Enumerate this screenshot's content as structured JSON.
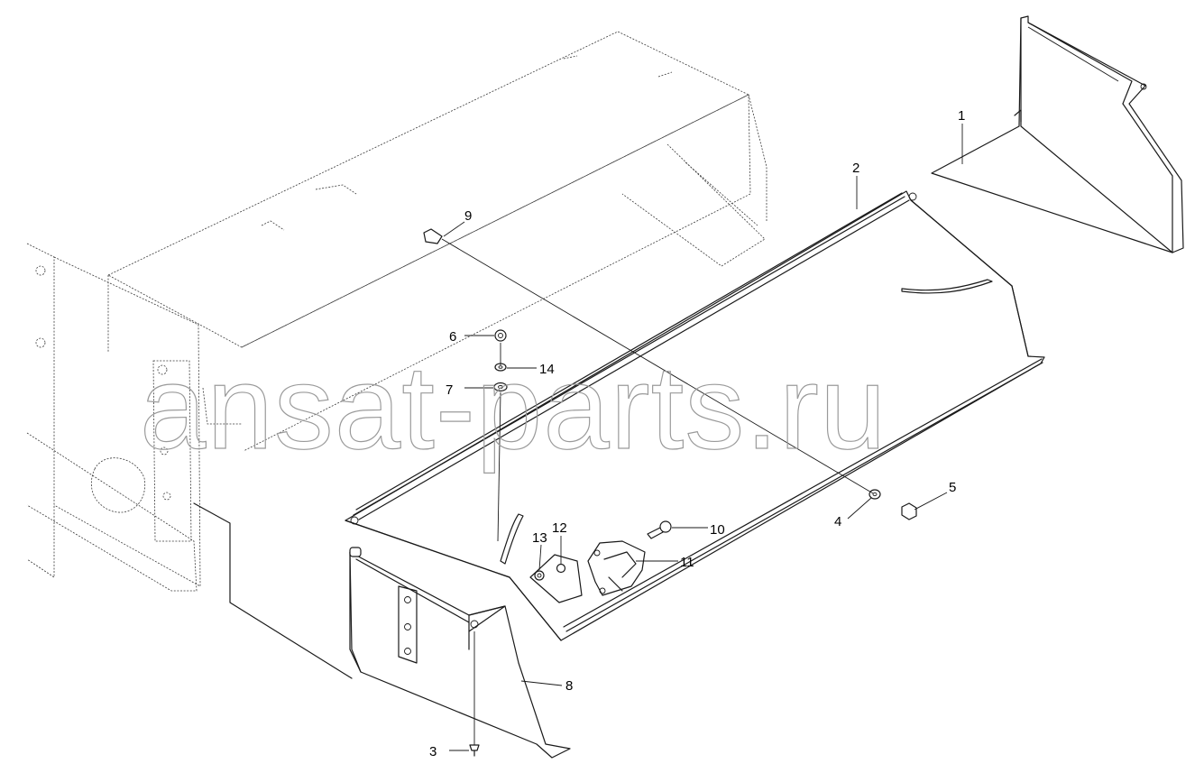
{
  "watermark": "ansat-parts.ru",
  "callouts": [
    {
      "label": "1"
    },
    {
      "label": "2"
    },
    {
      "label": "3"
    },
    {
      "label": "4"
    },
    {
      "label": "5"
    },
    {
      "label": "6"
    },
    {
      "label": "7"
    },
    {
      "label": "8"
    },
    {
      "label": "9"
    },
    {
      "label": "10"
    },
    {
      "label": "11"
    },
    {
      "label": "12"
    },
    {
      "label": "13"
    },
    {
      "label": "14"
    }
  ]
}
